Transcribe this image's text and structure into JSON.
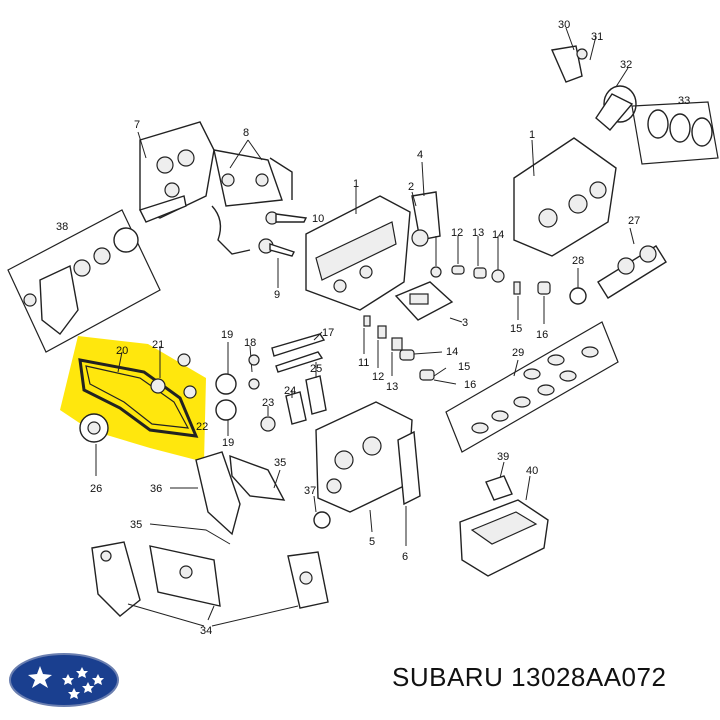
{
  "labels": {
    "n1a": "1",
    "n1b": "1",
    "n2": "2",
    "n3": "3",
    "n4": "4",
    "n5": "5",
    "n6": "6",
    "n7": "7",
    "n8": "8",
    "n9": "9",
    "n10": "10",
    "n11": "11",
    "n12a": "12",
    "n12b": "12",
    "n13a": "13",
    "n13b": "13",
    "n14a": "14",
    "n14b": "14",
    "n15a": "15",
    "n15b": "15",
    "n16a": "16",
    "n16b": "16",
    "n17": "17",
    "n18": "18",
    "n19a": "19",
    "n19b": "19",
    "n20": "20",
    "n21": "21",
    "n22": "22",
    "n23": "23",
    "n24": "24",
    "n25": "25",
    "n26": "26",
    "n27": "27",
    "n28": "28",
    "n29": "29",
    "n30": "30",
    "n31": "31",
    "n32": "32",
    "n33": "33",
    "n34": "34",
    "n35a": "35",
    "n35b": "35",
    "n36": "36",
    "n37": "37",
    "n38": "38",
    "n39": "39",
    "n40": "40"
  },
  "caption": "SUBARU 13028AA072",
  "colors": {
    "highlight": "#ffe600",
    "logo_blue": "#1a3f8f",
    "logo_star": "#ffffff"
  },
  "icons": {
    "brand_logo": "subaru-pleiades-logo"
  }
}
